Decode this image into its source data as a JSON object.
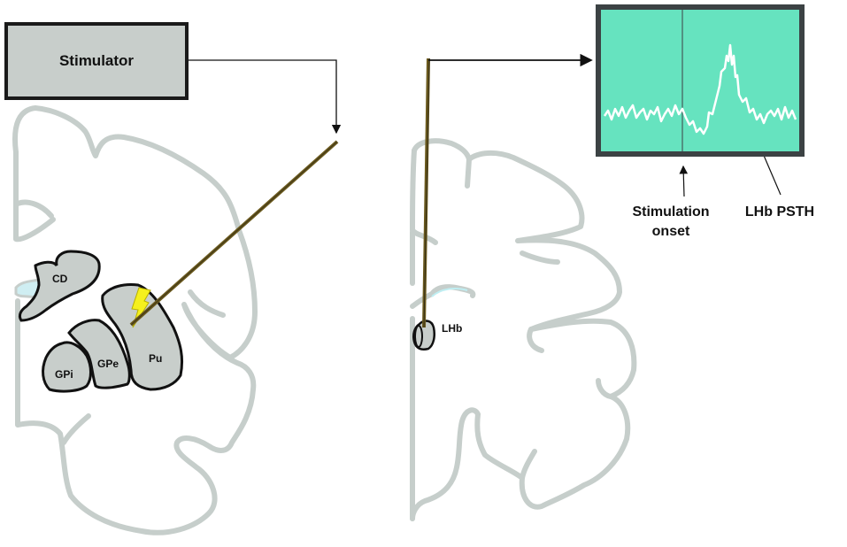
{
  "stimulator": {
    "label": "Stimulator"
  },
  "left_section": {
    "nuclei": [
      {
        "id": "cd",
        "label": "CD"
      },
      {
        "id": "gpe",
        "label": "GPe"
      },
      {
        "id": "gpi",
        "label": "GPi"
      },
      {
        "id": "pu",
        "label": "Pu"
      }
    ],
    "stimulation_icon": "lightning-bolt-icon"
  },
  "right_section": {
    "target_label": "LHb"
  },
  "oscilloscope": {
    "background_color": "#66e3bf",
    "frame_color": "#3c4244",
    "trace_color": "#ffffff",
    "trace_description": "PSTH with brief dip after stimulation onset followed by a sharp excitatory peak"
  },
  "callouts": {
    "onset_line1": "Stimulation",
    "onset_line2": "onset",
    "psth": "LHb PSTH"
  },
  "colors": {
    "brain_outline": "#c6cecb",
    "nucleus_fill": "#c8cecb",
    "electrode": "#6b5a1e",
    "bolt": "#f5f01e"
  }
}
